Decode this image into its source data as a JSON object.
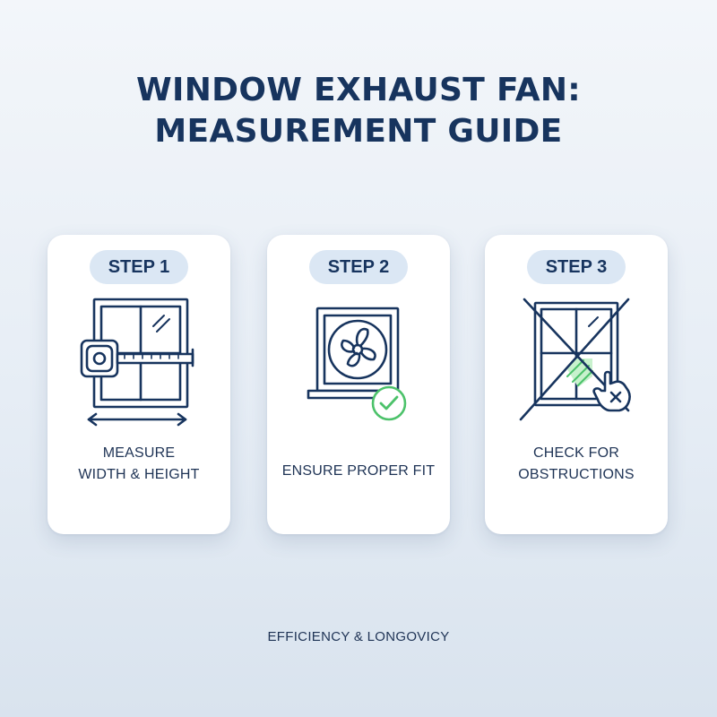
{
  "title": {
    "line1": "WINDOW EXHAUST FAN:",
    "line2": "MEASUREMENT GUIDE"
  },
  "steps": [
    {
      "step_label": "STEP 1",
      "text": "MEASURE\nWIDTH & HEIGHT",
      "icon": "window-measure-icon"
    },
    {
      "step_label": "STEP 2",
      "text": "ENSURE PROPER FIT",
      "icon": "fan-fit-icon"
    },
    {
      "step_label": "STEP 3",
      "text": "CHECK FOR\nOBSTRUCTIONS",
      "icon": "window-obstruction-icon"
    }
  ],
  "footer": "EFFICIENCY & LONGOVICY",
  "colors": {
    "navy": "#17345e",
    "pill": "#dbe7f4",
    "check_green": "#4cc26a",
    "glass_green": "#9fe6a8",
    "card": "#ffffff"
  }
}
